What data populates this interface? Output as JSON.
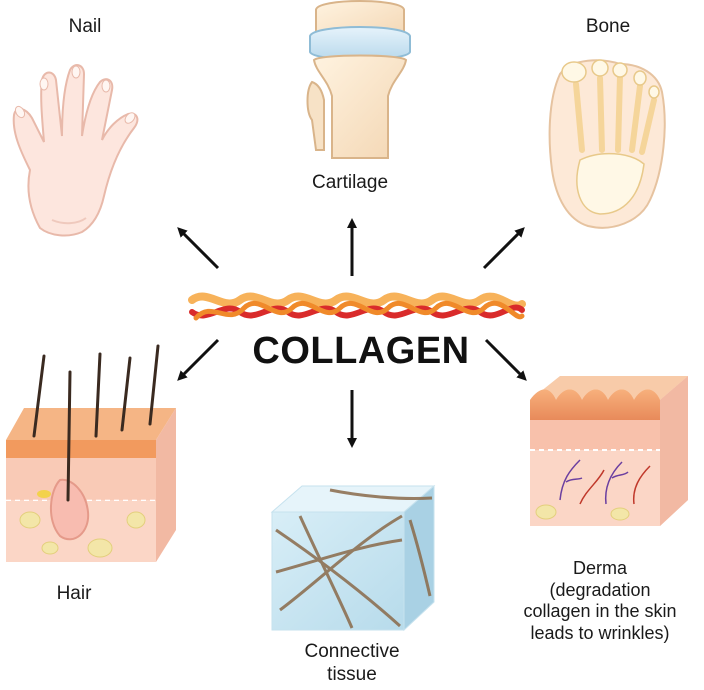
{
  "center": {
    "title": "COLLAGEN"
  },
  "items": {
    "nail": "Nail",
    "cartilage": "Cartilage",
    "bone": "Bone",
    "hair": "Hair",
    "connective": [
      "Connective",
      "tissue"
    ],
    "derma": [
      "Derma",
      "(degradation",
      "collagen in the skin",
      "leads to wrinkles)"
    ]
  }
}
